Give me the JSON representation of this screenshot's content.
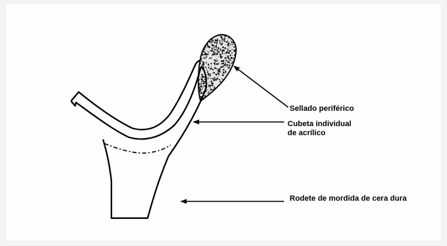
{
  "colors": {
    "background": "#f3f3f3",
    "panel": "#fefefe",
    "ink": "#000000",
    "stipple": "#1a1a1a"
  },
  "labels": {
    "peripheral_seal": "Sellado periférico",
    "tray_line1": "Cubeta individual",
    "tray_line2": "de acrílico",
    "wax_rim": "Rodete de mordida de cera dura"
  }
}
